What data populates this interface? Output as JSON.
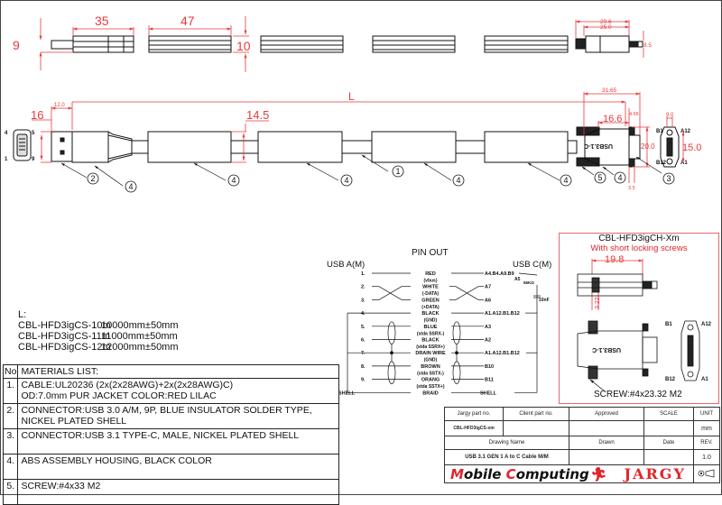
{
  "top_view": {
    "dims": {
      "usb_a_length": "35",
      "usb_a_height": "9",
      "housing_length": "47",
      "housing_height": "10",
      "c_overall": "29.6",
      "c_body": "25.0",
      "c_tip": "8.5"
    }
  },
  "side_view": {
    "dims": {
      "overall": "L",
      "usb_a_width": "16",
      "usb_a_tip": "12.0",
      "housing_width": "14.5",
      "c_overall": "31.65",
      "c_body": "16.6",
      "c_offset": "4.65",
      "c_height": "20.0",
      "c_screw": "3.5",
      "c_face_width": "9.0",
      "c_face_height": "15.0"
    },
    "usb_a_pins": [
      "4",
      "5",
      "1",
      "9"
    ],
    "callouts": [
      "2",
      "4",
      "4",
      "4",
      "1",
      "4",
      "4",
      "5",
      "4",
      "3"
    ],
    "c_pins": [
      "B1",
      "A12",
      "B12",
      "A1"
    ]
  },
  "lengths": {
    "label": "L:",
    "rows": [
      {
        "part": "CBL-HFD3igCS-10m",
        "length": "10000mm±50mm"
      },
      {
        "part": "CBL-HFD3igCS-11m",
        "length": "11000mm±50mm"
      },
      {
        "part": "CBL-HFD3igCS-12m",
        "length": "12000mm±50mm"
      }
    ]
  },
  "materials": {
    "header_no": "No",
    "header": "MATERIALS LIST:",
    "items": [
      {
        "no": "1.",
        "text": "CABLE:UL20236 (2x(2x28AWG)+2x(2x28AWG)C)",
        "text2": "OD:7.0mm  PUR JACKET COLOR:RED LILAC"
      },
      {
        "no": "2.",
        "text": "CONNECTOR:USB 3.0 A/M, 9P, BLUE INSULATOR SOLDER TYPE,",
        "text2": "NICKEL PLATED SHELL"
      },
      {
        "no": "3.",
        "text": "CONNECTOR:USB 3.1 TYPE-C, MALE, NICKEL PLATED SHELL",
        "text2": ""
      },
      {
        "no": "4.",
        "text": "ABS ASSEMBLY HOUSING, BLACK COLOR",
        "text2": ""
      },
      {
        "no": "5.",
        "text": "SCREW:#4x33 M2",
        "text2": ""
      }
    ]
  },
  "pinout": {
    "title": "PIN OUT",
    "left_header": "USB A(M)",
    "right_header": "USB C(M)",
    "rows": [
      {
        "left": "1.",
        "wire": "RED",
        "sub": "(vbus)",
        "right": "A4.B4.A9.B9"
      },
      {
        "left": "2.",
        "wire": "WHITE",
        "sub": "(-DATA)",
        "right": "A7"
      },
      {
        "left": "3.",
        "wire": "GREEN",
        "sub": "(+DATA)",
        "right": "A6"
      },
      {
        "left": "4.",
        "wire": "BLACK",
        "sub": "(GND)",
        "right": "A1.A12.B1.B12"
      },
      {
        "left": "5.",
        "wire": "BLUE",
        "sub": "(stda SSRX-)",
        "right": "A3"
      },
      {
        "left": "6.",
        "wire": "BLACK",
        "sub": "(stda SSRX+)",
        "right": "A2"
      },
      {
        "left": "7.",
        "wire": "DRAIN WIRE",
        "sub": "(GND)",
        "right": "A1.A12.B1.B12"
      },
      {
        "left": "8.",
        "wire": "BROWN",
        "sub": "(stda SSTX-)",
        "right": "B10"
      },
      {
        "left": "9.",
        "wire": "ORANG",
        "sub": "(stda SSTX+)",
        "right": "B11"
      },
      {
        "left": "SHELL",
        "wire": "BRAID",
        "sub": "",
        "right": "SHELL"
      }
    ],
    "resistor_pin": "A5",
    "resistor": "56KΩ",
    "capacitor": "10nF"
  },
  "variant": {
    "title": "CBL-HFD3igCH-Xm",
    "subtitle": "With short locking screws",
    "dim_length": "19.8",
    "dim_screw": "3.22",
    "screw_note": "SCREW:#4x23.32 M2",
    "c_pins": [
      "B1",
      "A12",
      "B12",
      "A1"
    ]
  },
  "title_block": {
    "jargy_part_label": "Jargy part no.",
    "client_part_label": "Client part no.",
    "approved_label": "Approved",
    "scale_label": "SCALE",
    "unit_label": "UNIT",
    "jargy_part": "CBL-HFD3igCS-xm",
    "unit": "mm",
    "drawing_name_label": "Drawing Name",
    "drawn_label": "Drawn",
    "date_label": "Date",
    "rev_label": "REV.",
    "drawing_name": "USB 3.1 GEN 1 A to C Cable M/M",
    "rev": "1.0",
    "logo_mobile_m": "M",
    "logo_mobile_rest": "obile",
    "logo_computing_c": "C",
    "logo_computing_rest": "omputing",
    "logo_jargy": "JARGY"
  },
  "colors": {
    "dimension": "#e8383c",
    "line": "#111111",
    "frame": "#444444"
  }
}
